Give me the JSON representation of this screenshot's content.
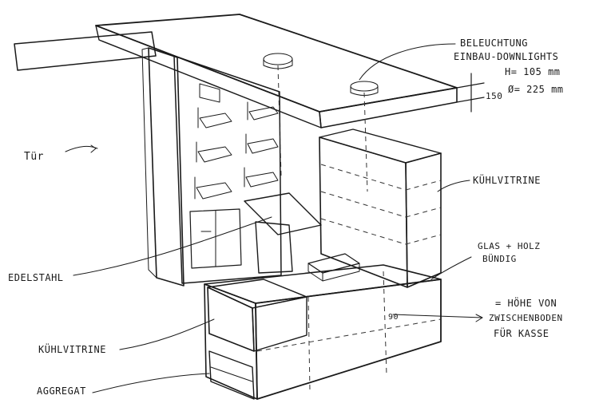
{
  "labels": {
    "lighting_line1": "BELEUCHTUNG",
    "lighting_line2": "EINBAU-DOWNLIGHTS",
    "lighting_height": "H= 105 mm",
    "lighting_diameter": "Ø= 225 mm",
    "thickness": "150",
    "door": "Tür",
    "cool_display_top": "KÜHLVITRINE",
    "glass_wood_line1": "GLAS + HOLZ",
    "glass_wood_line2": "BÜNDIG",
    "stainless": "EDELSTAHL",
    "height_line1": "= HÖHE VON",
    "height_line2": "ZWISCHENBODEN",
    "height_line3": "FÜR KASSE",
    "height_value": "90",
    "cool_display_low": "KÜHLVITRINE",
    "unit": "AGGREGAT"
  },
  "colors": {
    "wood": "#c9a877",
    "wood_dark": "#b08a55",
    "wood_light": "#d8bd8e",
    "column": "#d9a74a",
    "glass": "#aee0f0",
    "steel": "#5a5a62",
    "accent_red": "#d42020",
    "ink": "#1a1a1a"
  }
}
